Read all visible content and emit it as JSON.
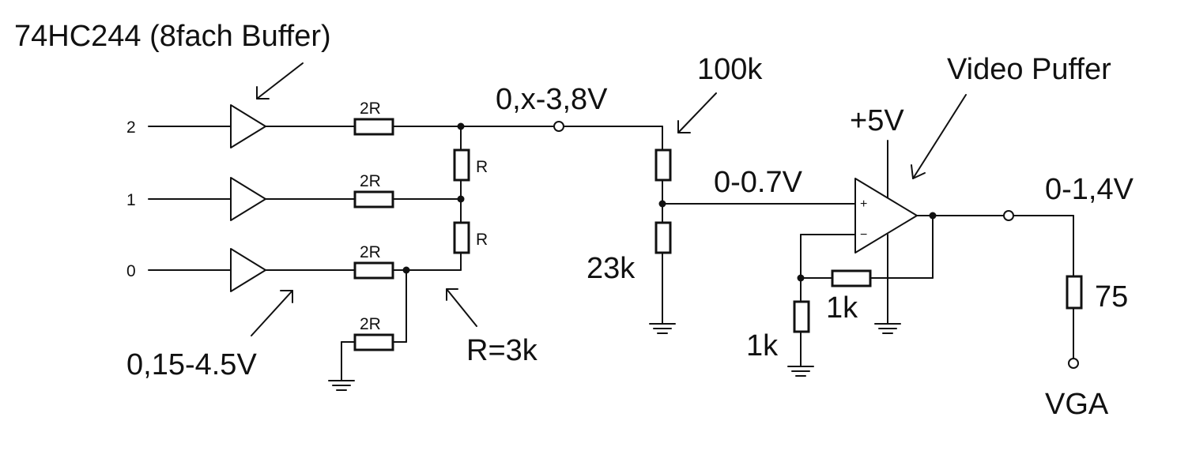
{
  "labels": {
    "buffer_chip": "74HC244 (8fach Buffer)",
    "input_2": "2",
    "input_1": "1",
    "input_0": "0",
    "ladder_resistor": "2R",
    "divider_resistor": "R",
    "buffer_output_voltage": "0,15-4.5V",
    "r_value": "R=3k",
    "ladder_output_voltage": "0,x-3,8V",
    "divider_top": "100k",
    "divider_bottom": "23k",
    "opamp_input_voltage": "0-0.7V",
    "supply": "+5V",
    "opamp_name": "Video Puffer",
    "opamp_plus": "+",
    "opamp_minus": "−",
    "feedback_resistor": "1k",
    "ground_resistor": "1k",
    "output_voltage": "0-1,4V",
    "load_resistor": "75",
    "output_connector": "VGA"
  }
}
